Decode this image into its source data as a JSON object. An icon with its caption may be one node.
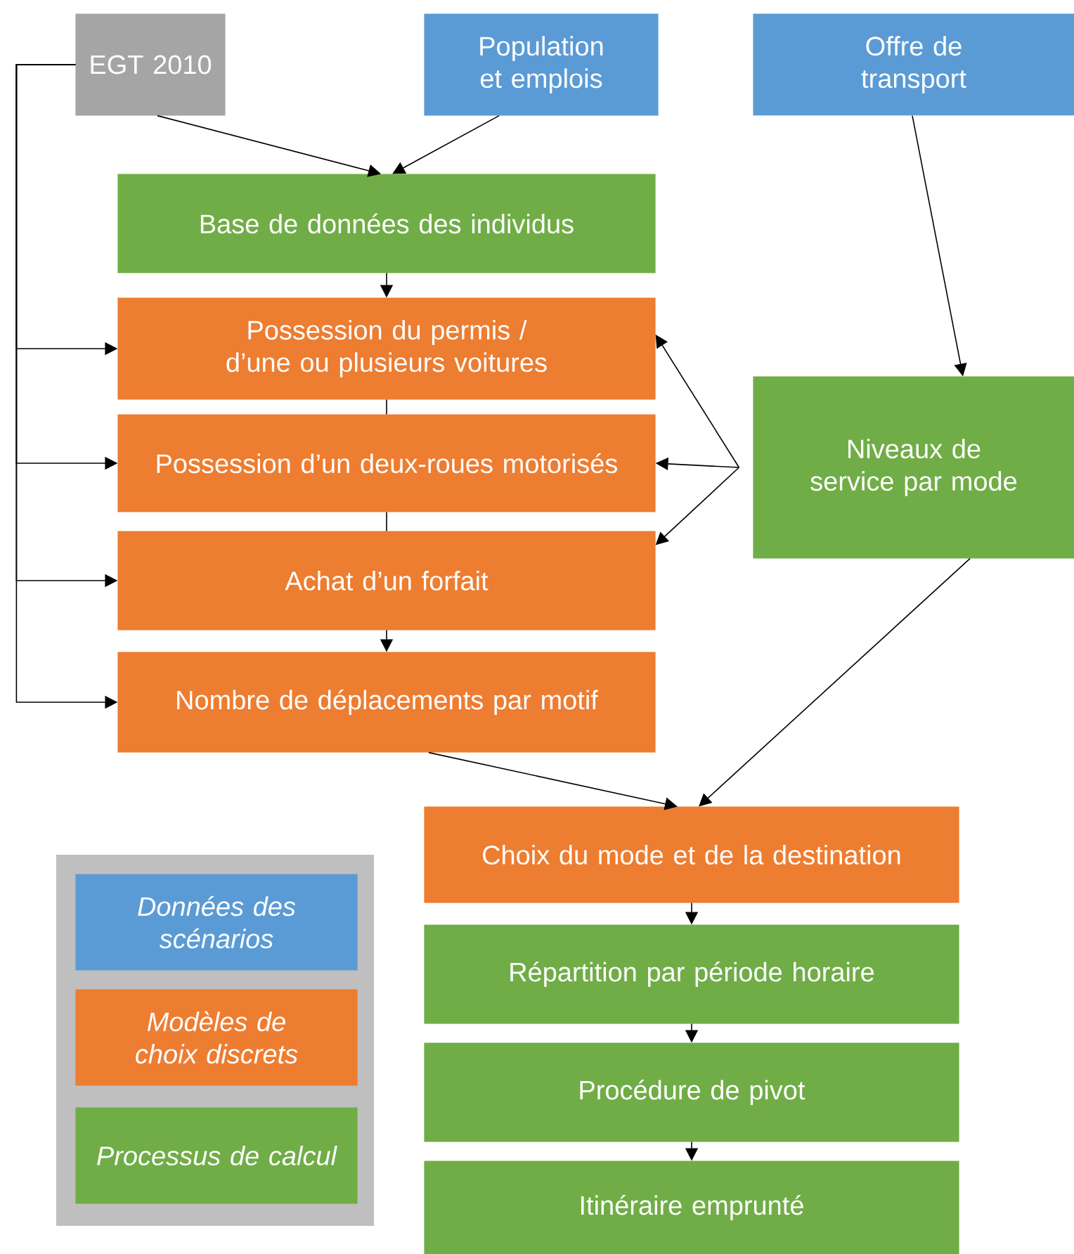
{
  "diagram": {
    "nodes": [
      {
        "text": [
          "EGT 2010"
        ]
      },
      {
        "text": [
          "Population et emplois"
        ]
      },
      {
        "text": [
          "Offre de transport"
        ]
      },
      {
        "text": [
          "Base de données des individus"
        ]
      },
      {
        "text": [
          "Possession du permis / d’une ou plusieurs voitures"
        ]
      },
      {
        "text": [
          "Possession d’un deux-roues motorisés"
        ]
      },
      {
        "text": [
          "Achat d’un forfait"
        ]
      },
      {
        "text": [
          "Nombre de déplacements par motif"
        ]
      },
      {
        "text": [
          "Niveaux de service par mode"
        ]
      },
      {
        "text": [
          "Choix du mode et de la destination"
        ]
      },
      {
        "text": [
          "Répartition par période horaire"
        ]
      },
      {
        "text": [
          "Procédure de pivot"
        ]
      },
      {
        "text": [
          "Itinéraire emprunté"
        ]
      }
    ],
    "edges": [
      {
        "from": 0,
        "to": 3,
        "arrow": "to"
      },
      {
        "from": 1,
        "to": 3,
        "arrow": "to"
      },
      {
        "from": 3,
        "to": 4,
        "arrow": "to"
      },
      {
        "from": 0,
        "to": 4,
        "arrow": "to"
      },
      {
        "from": 0,
        "to": 5,
        "arrow": "to"
      },
      {
        "from": 0,
        "to": 6,
        "arrow": "to"
      },
      {
        "from": 0,
        "to": 7,
        "arrow": "to"
      },
      {
        "from": 2,
        "to": 8,
        "arrow": "to"
      },
      {
        "from": 8,
        "to": 4,
        "arrow": "to"
      },
      {
        "from": 8,
        "to": 5,
        "arrow": "to"
      },
      {
        "from": 8,
        "to": 6,
        "arrow": "to"
      },
      {
        "from": 4,
        "to": 5,
        "arrow": "none"
      },
      {
        "from": 5,
        "to": 6,
        "arrow": "none"
      },
      {
        "from": 6,
        "to": 7,
        "arrow": "to"
      },
      {
        "from": 7,
        "to": 9,
        "arrow": "to"
      },
      {
        "from": 8,
        "to": 9,
        "arrow": "to"
      },
      {
        "from": 9,
        "to": 10,
        "arrow": "to"
      },
      {
        "from": 10,
        "to": 11,
        "arrow": "to"
      },
      {
        "from": 11,
        "to": 12,
        "arrow": "to"
      }
    ],
    "legend": [
      {
        "text": "Données des scénarios",
        "color": "#5b9bd5"
      },
      {
        "text": "Modèles de choix discrets",
        "color": "#ed7d31"
      },
      {
        "text": "Processus de calcul",
        "color": "#70ad47"
      }
    ]
  }
}
